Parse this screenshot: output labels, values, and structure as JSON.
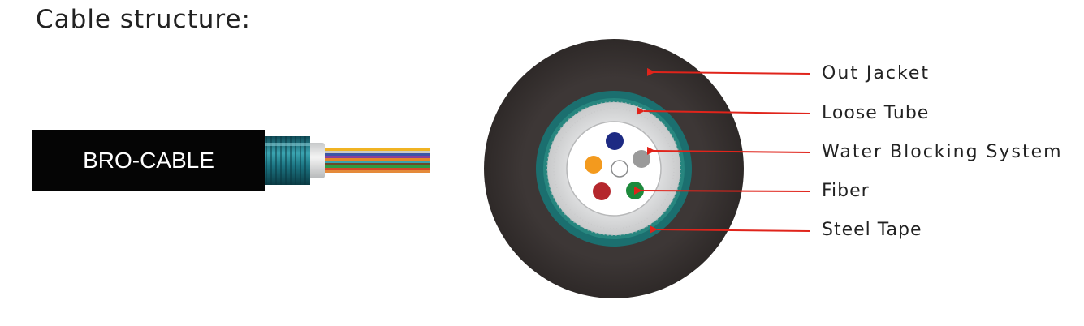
{
  "heading": {
    "title": "Cable structure:"
  },
  "cable_side_view": {
    "label": "BRO-CABLE"
  },
  "cross_section": {
    "callouts": [
      {
        "label": "Out Jacket"
      },
      {
        "label": "Loose Tube"
      },
      {
        "label": "Water Blocking System"
      },
      {
        "label": "Fiber"
      },
      {
        "label": "Steel Tape"
      }
    ]
  },
  "colors": {
    "jacket": "#3b3534",
    "steel_tape": "#1b6f6f",
    "loose_tube": "#d9dadb",
    "fiber_blue": "#1d2a83",
    "fiber_orange": "#f39a1e",
    "fiber_gray": "#9a9a9a",
    "fiber_red": "#b5272d",
    "fiber_green": "#1d8a3c",
    "arrow": "#e0241b",
    "top_tab": "#2d87b5"
  }
}
